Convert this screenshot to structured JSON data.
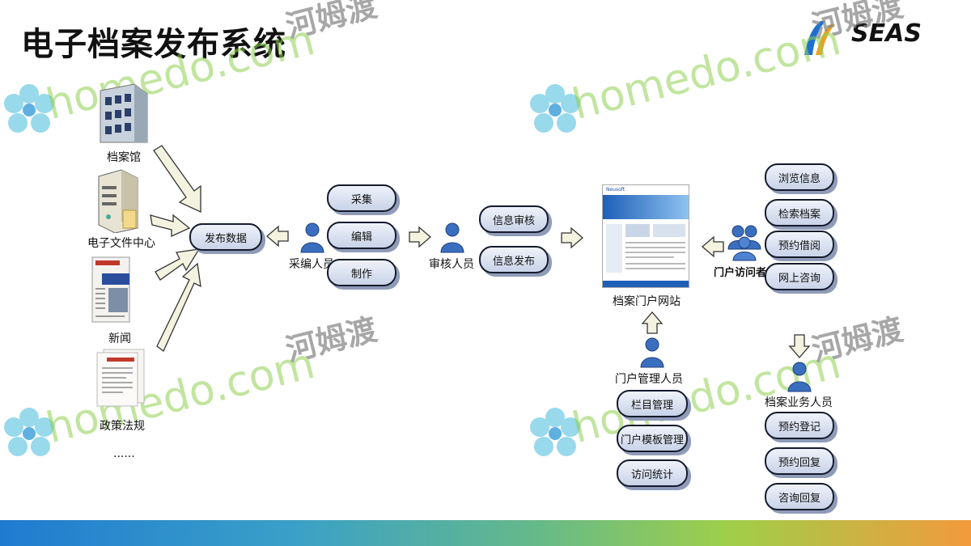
{
  "title": "电子档案发布系统",
  "logo": {
    "text": "SEAS"
  },
  "watermark": {
    "brand": "homedo.com",
    "cn": "河姆渡"
  },
  "sources": [
    {
      "icon": "building-icon",
      "label": "档案馆"
    },
    {
      "icon": "server-icon",
      "label": "电子文件中心"
    },
    {
      "icon": "newspaper-icon",
      "label": "新闻"
    },
    {
      "icon": "document-icon",
      "label": "政策法规"
    },
    {
      "icon": "",
      "label": "......"
    }
  ],
  "publish": "发布数据",
  "editor": {
    "label": "采编人员",
    "tasks": [
      "采集",
      "编辑",
      "制作"
    ]
  },
  "reviewer": {
    "label": "审核人员",
    "tasks": [
      "信息审核",
      "信息发布"
    ]
  },
  "portal": {
    "label": "档案门户网站",
    "brand": "Neusoft"
  },
  "visitor": {
    "label": "门户访问者",
    "tasks": [
      "浏览信息",
      "检索档案",
      "预约借阅",
      "网上咨询"
    ]
  },
  "admin": {
    "label": "门户管理人员",
    "tasks": [
      "栏目管理",
      "门户模板管理",
      "访问统计"
    ]
  },
  "staff": {
    "label": "档案业务人员",
    "tasks": [
      "预约登记",
      "预约回复",
      "咨询回复"
    ]
  },
  "colors": {
    "accent": "#1f7bd0",
    "pill_border": "#151b2c",
    "person": "#2f5fa8",
    "arrow_fill": "#f3f3e0"
  }
}
